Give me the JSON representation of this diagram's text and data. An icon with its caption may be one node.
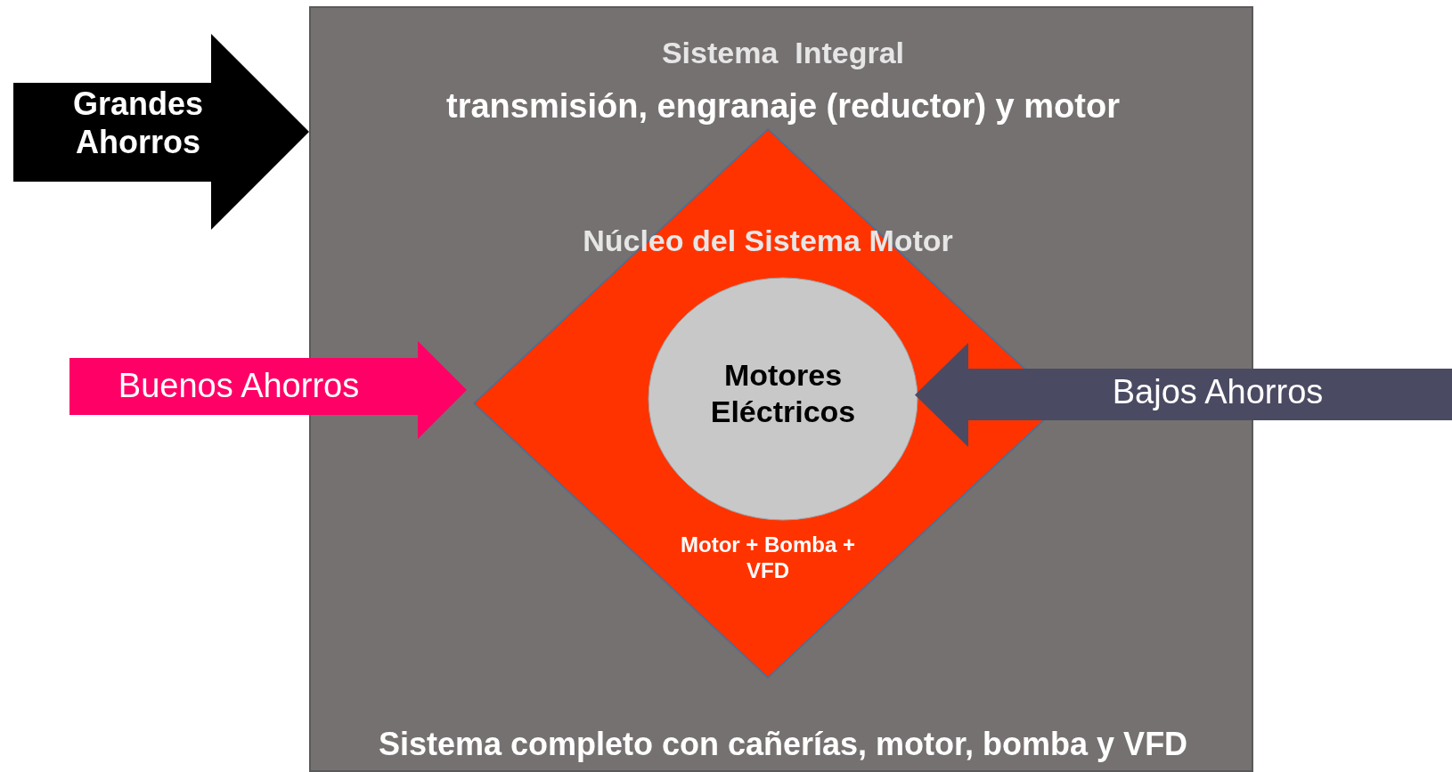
{
  "diagram": {
    "nodes": [
      {
        "text": [
          "Sistema  Integral",
          "transmisión, engranaje (reductor) y motor",
          "Sistema completo con cañerías, motor, bomba y VFD"
        ]
      },
      {
        "text": [
          "Núcleo del Sistema Motor",
          "Motor + Bomba + VFD"
        ],
        "in": 0
      },
      {
        "text": [
          "Motores Eléctricos"
        ],
        "in": 1
      },
      {
        "text": [
          "Grandes Ahorros"
        ]
      },
      {
        "text": [
          "Buenos Ahorros"
        ]
      },
      {
        "text": [
          "Bajos Ahorros"
        ]
      }
    ]
  }
}
